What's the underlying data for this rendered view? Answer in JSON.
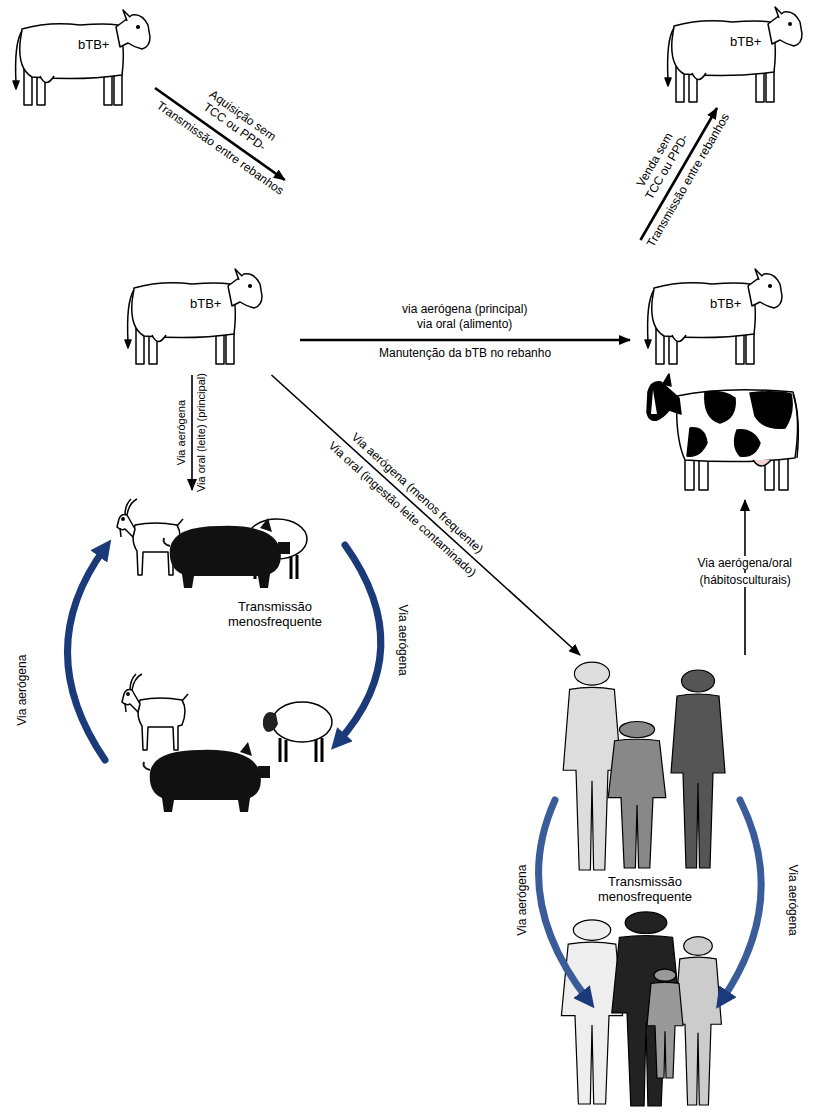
{
  "diagram": {
    "nodes": [
      {
        "text": [
          "bTB+"
        ]
      },
      {
        "text": [
          "bTB+"
        ]
      },
      {
        "text": [
          "bTB+"
        ]
      },
      {
        "text": [
          "bTB+"
        ]
      },
      {
        "text": [
          "Transmissão menosfrequente"
        ]
      },
      {
        "text": [
          "Transmissão menosfrequente"
        ]
      }
    ],
    "edges": [
      {
        "from": 0,
        "to": 2,
        "arrow": "to",
        "label": "Aquisição sem TCC ou PPD-"
      },
      {
        "from": 3,
        "to": 1,
        "arrow": "to",
        "label": "Venda sem TCC ou PPD-"
      },
      {
        "from": 2,
        "to": 3,
        "arrow": "to",
        "label": "via aerógena (principal)"
      },
      {
        "from": 2,
        "to": 4,
        "arrow": "to",
        "label": "Via aerógena"
      },
      {
        "from": 2,
        "to": 5,
        "arrow": "to",
        "label": "Via aerógena (menos frequente)"
      },
      {
        "from": 5,
        "to": 3,
        "arrow": "to",
        "label": "Via aerógena/oral"
      }
    ],
    "labels": [
      "Transmissão entre rebanhos",
      "Transmissão entre rebanhos",
      "via oral (alimento)",
      "Manutenção da bTB no rebanho",
      "Via oral (leite) (principal)",
      "Via oral (ingestão leite contaminado)",
      "(hábitosculturais)",
      "Via aerógena",
      "Via aerógena",
      "Via aerógena",
      "Via aerógena"
    ]
  }
}
